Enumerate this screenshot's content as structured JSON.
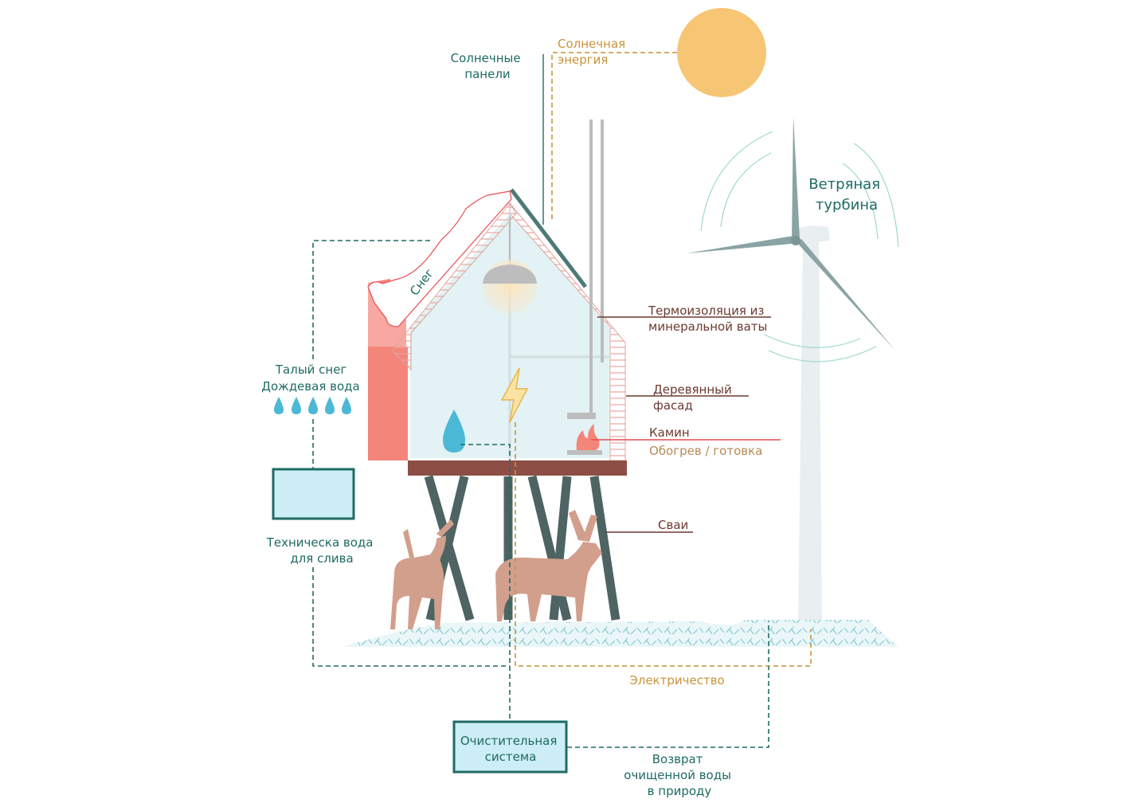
{
  "labels": {
    "solar_panels": [
      "Солнечные",
      "панели"
    ],
    "solar_energy": [
      "Солнечная",
      "энергия"
    ],
    "wind_turbine": [
      "Ветряная",
      "турбина"
    ],
    "insulation": [
      "Термоизоляция из",
      "минеральной ваты"
    ],
    "facade": [
      "Деревянный",
      "фасад"
    ],
    "fireplace": "Камин",
    "fireplace_sub": "Обогрев / готовка",
    "piles": "Сваи",
    "snow": "Снег",
    "melt": [
      "Талый снег",
      "Дождевая вода"
    ],
    "tech_water": [
      "Техническа вода",
      "для слива"
    ],
    "electricity": "Электричество",
    "purification": [
      "Очистительная",
      "система"
    ],
    "return": [
      "Возврат",
      "очищенной воды",
      "в природу"
    ]
  },
  "colors": {
    "teal": "#1f6b63",
    "brown": "#6b3a31",
    "orange": "#c9933c",
    "sun": "#f7c675",
    "snow_red": "#f4857a",
    "water_blue": "#4bb8d6"
  }
}
